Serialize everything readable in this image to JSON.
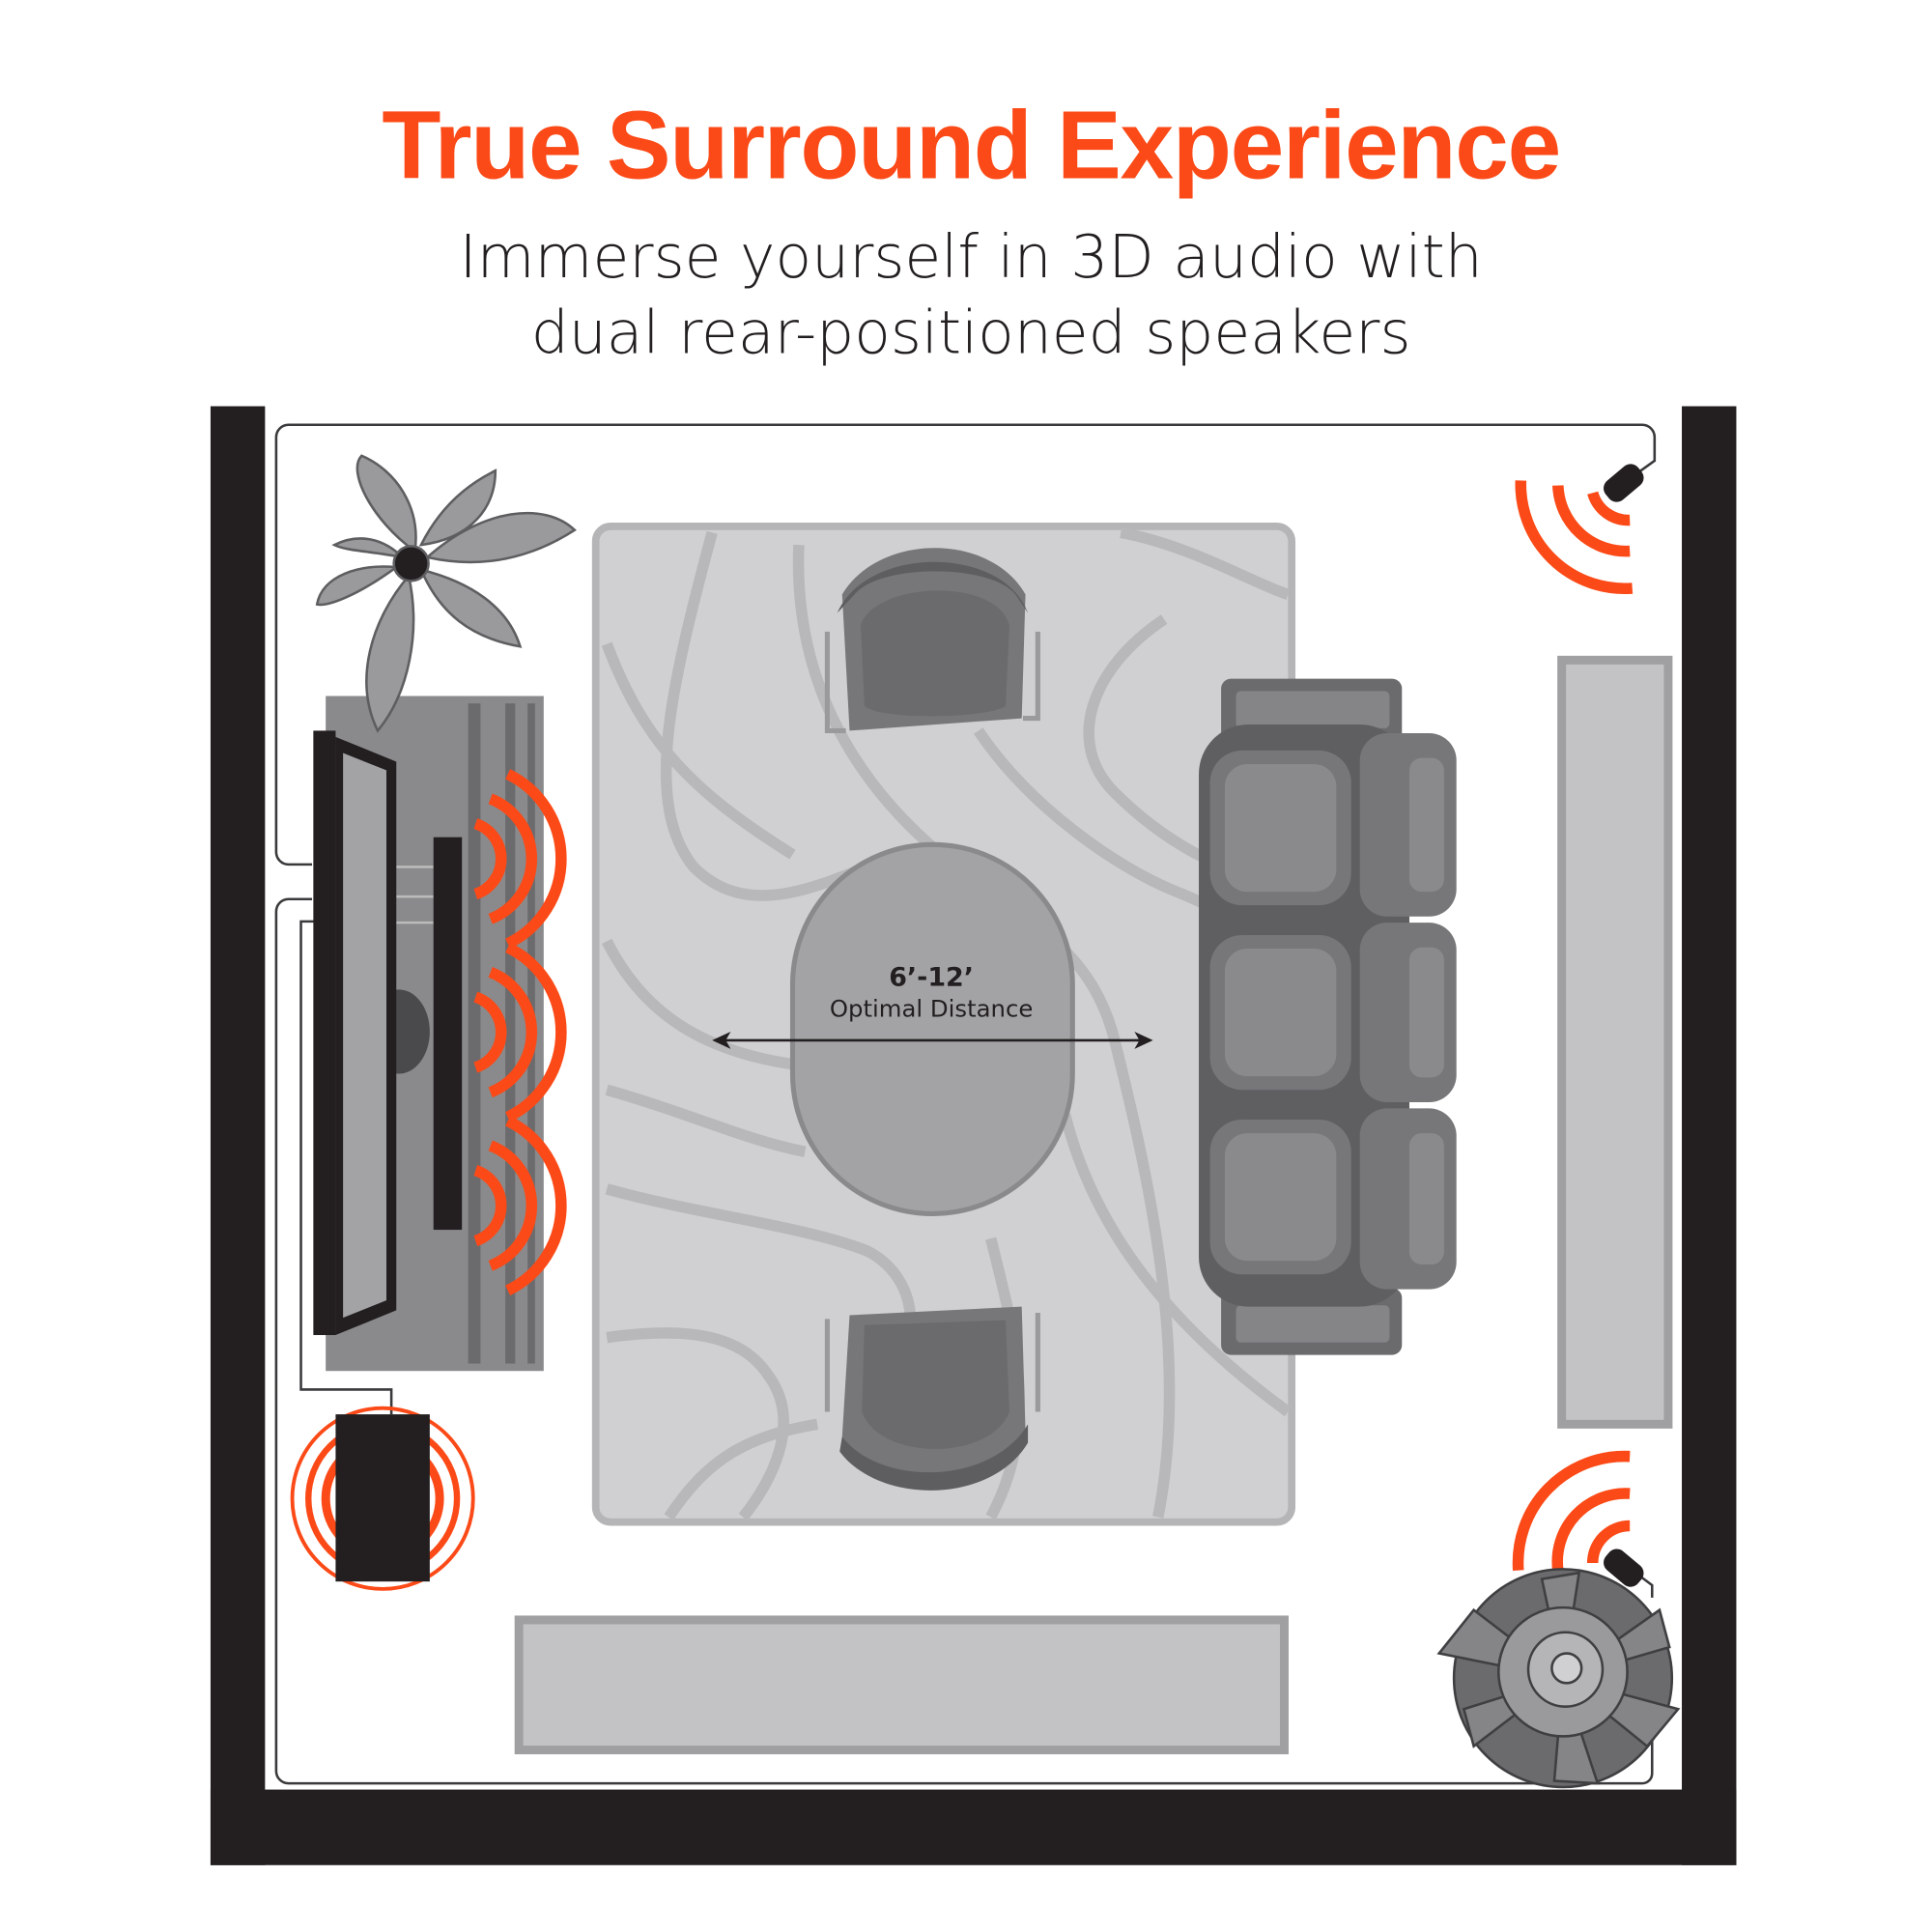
{
  "header": {
    "title": "True Surround Experience",
    "subtitle_line1": "Immerse yourself in 3D audio with",
    "subtitle_line2": "dual rear-positioned speakers"
  },
  "diagram": {
    "distance_value": "6’-12’",
    "distance_label": "Optimal Distance",
    "colors": {
      "accent": "#fb4a17",
      "wall": "#231f20",
      "rug": "#d0d0d2",
      "furniture": "#77777a"
    }
  }
}
